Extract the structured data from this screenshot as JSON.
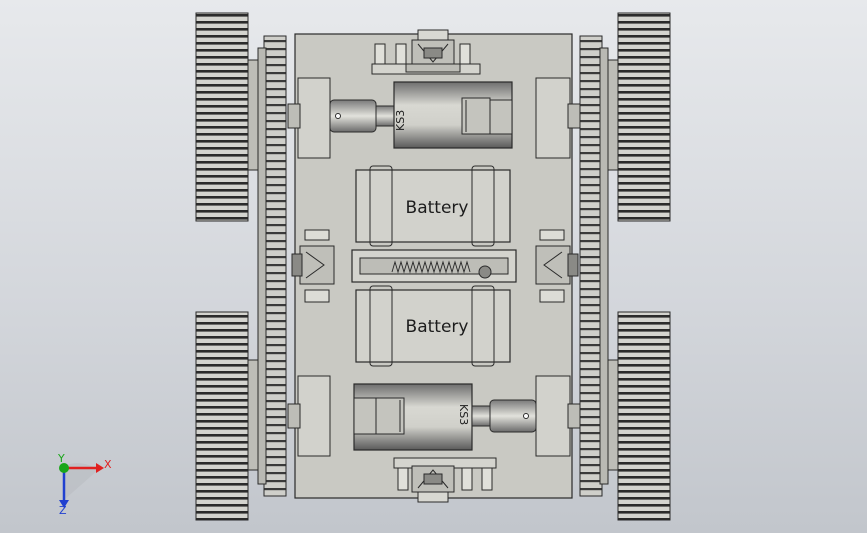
{
  "model": {
    "battery_labels": [
      "Battery",
      "Battery"
    ],
    "motor_labels": [
      "KS3",
      "KS3"
    ]
  },
  "triad": {
    "x_label": "X",
    "y_label": "Y",
    "z_label": "Z"
  },
  "colors": {
    "background_top": "#e7e9ec",
    "background_bottom": "#c2c6cc",
    "body": "#c9c9c3",
    "edge": "#2a2a2a",
    "x_axis": "#e02020",
    "y_axis": "#1aa61a",
    "z_axis": "#2040d0"
  }
}
